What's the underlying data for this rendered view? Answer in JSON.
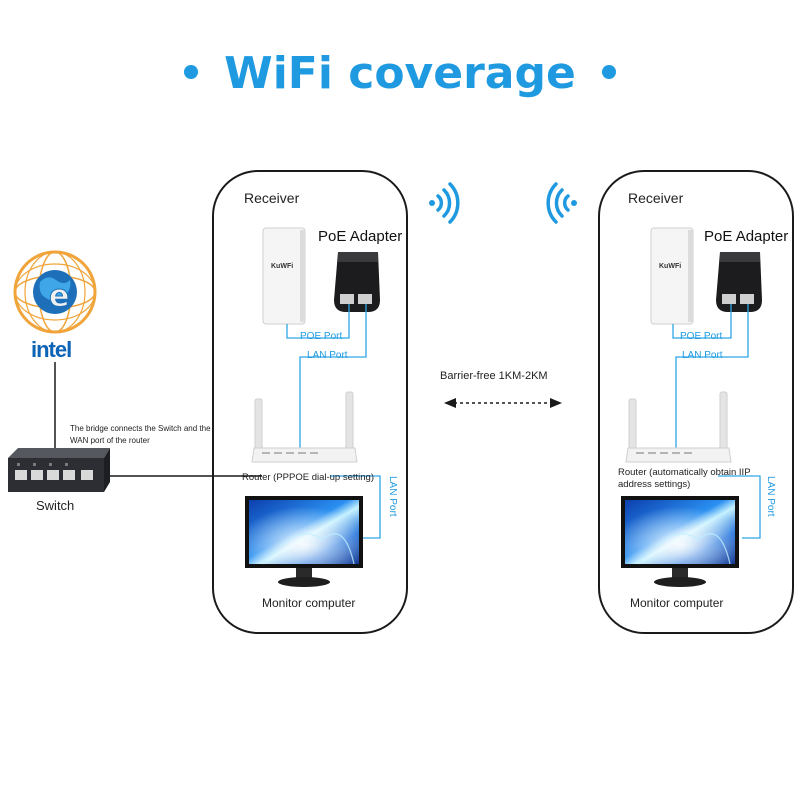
{
  "title": "WiFi coverage",
  "colors": {
    "accent": "#1f9ae0",
    "line": "#1a1a1a",
    "cable": "#2ea6e6"
  },
  "left_side": {
    "globe_brand": "intel",
    "bridge_note": "The bridge connects the Switch and the WAN port of the router",
    "switch_label": "Switch"
  },
  "panels": [
    {
      "receiver": "Receiver",
      "device_brand": "KuWFi",
      "poe_adapter": "PoE Adapter",
      "poe_port": "POE Port",
      "lan_port": "LAN Port",
      "router": "Router (PPPOE dial-up setting)",
      "lan_port_vertical": "LAN Port",
      "monitor": "Monitor computer"
    },
    {
      "receiver": "Receiver",
      "device_brand": "KuWFi",
      "poe_adapter": "PoE Adapter",
      "poe_port": "POE Port",
      "lan_port": "LAN Port",
      "router": "Router (automatically obtain IIP address settings)",
      "lan_port_vertical": "LAN Port",
      "monitor": "Monitor computer"
    }
  ],
  "link": {
    "label": "Barrier-free 1KM-2KM"
  }
}
